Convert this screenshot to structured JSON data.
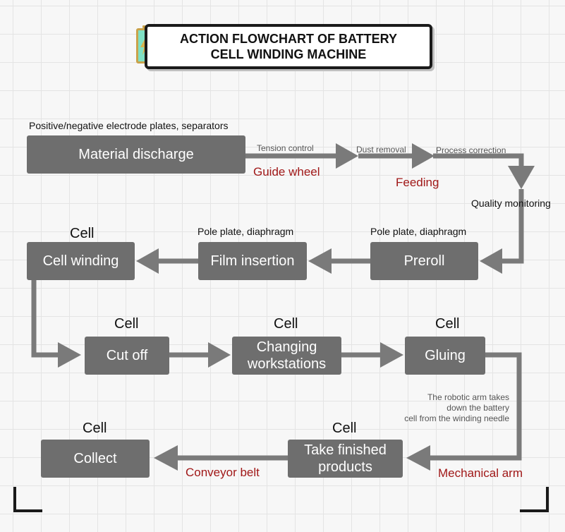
{
  "title": {
    "line1": "ACTION FLOWCHART OF BATTERY",
    "line2": "CELL WINDING MACHINE"
  },
  "nodes": {
    "material_discharge": "Material discharge",
    "cell_winding": "Cell winding",
    "film_insertion": "Film insertion",
    "preroll": "Preroll",
    "cut_off": "Cut off",
    "changing_line1": "Changing",
    "changing_line2": "workstations",
    "gluing": "Gluing",
    "collect": "Collect",
    "take_line1": "Take finished",
    "take_line2": "products"
  },
  "labels": {
    "input_materials": "Positive/negative electrode plates, separators",
    "tension_control": "Tension control",
    "dust_removal": "Dust removal",
    "process_correction": "Process correction",
    "guide_wheel": "Guide wheel",
    "feeding": "Feeding",
    "quality_monitoring": "Quality monitoring",
    "pole_plate_1": "Pole plate, diaphragm",
    "pole_plate_2": "Pole plate, diaphragm",
    "cell": "Cell",
    "robotic_note_1": "The robotic arm takes",
    "robotic_note_2": "down the battery",
    "robotic_note_3": "cell from the winding needle",
    "mechanical_arm": "Mechanical arm",
    "conveyor_belt": "Conveyor belt"
  },
  "colors": {
    "box": "#6e6e6e",
    "arrow": "#7a7a7a",
    "accent_red": "#a01818",
    "battery": "#7fe0c4"
  },
  "icons": [
    "battery-icon",
    "lightning-icon"
  ]
}
